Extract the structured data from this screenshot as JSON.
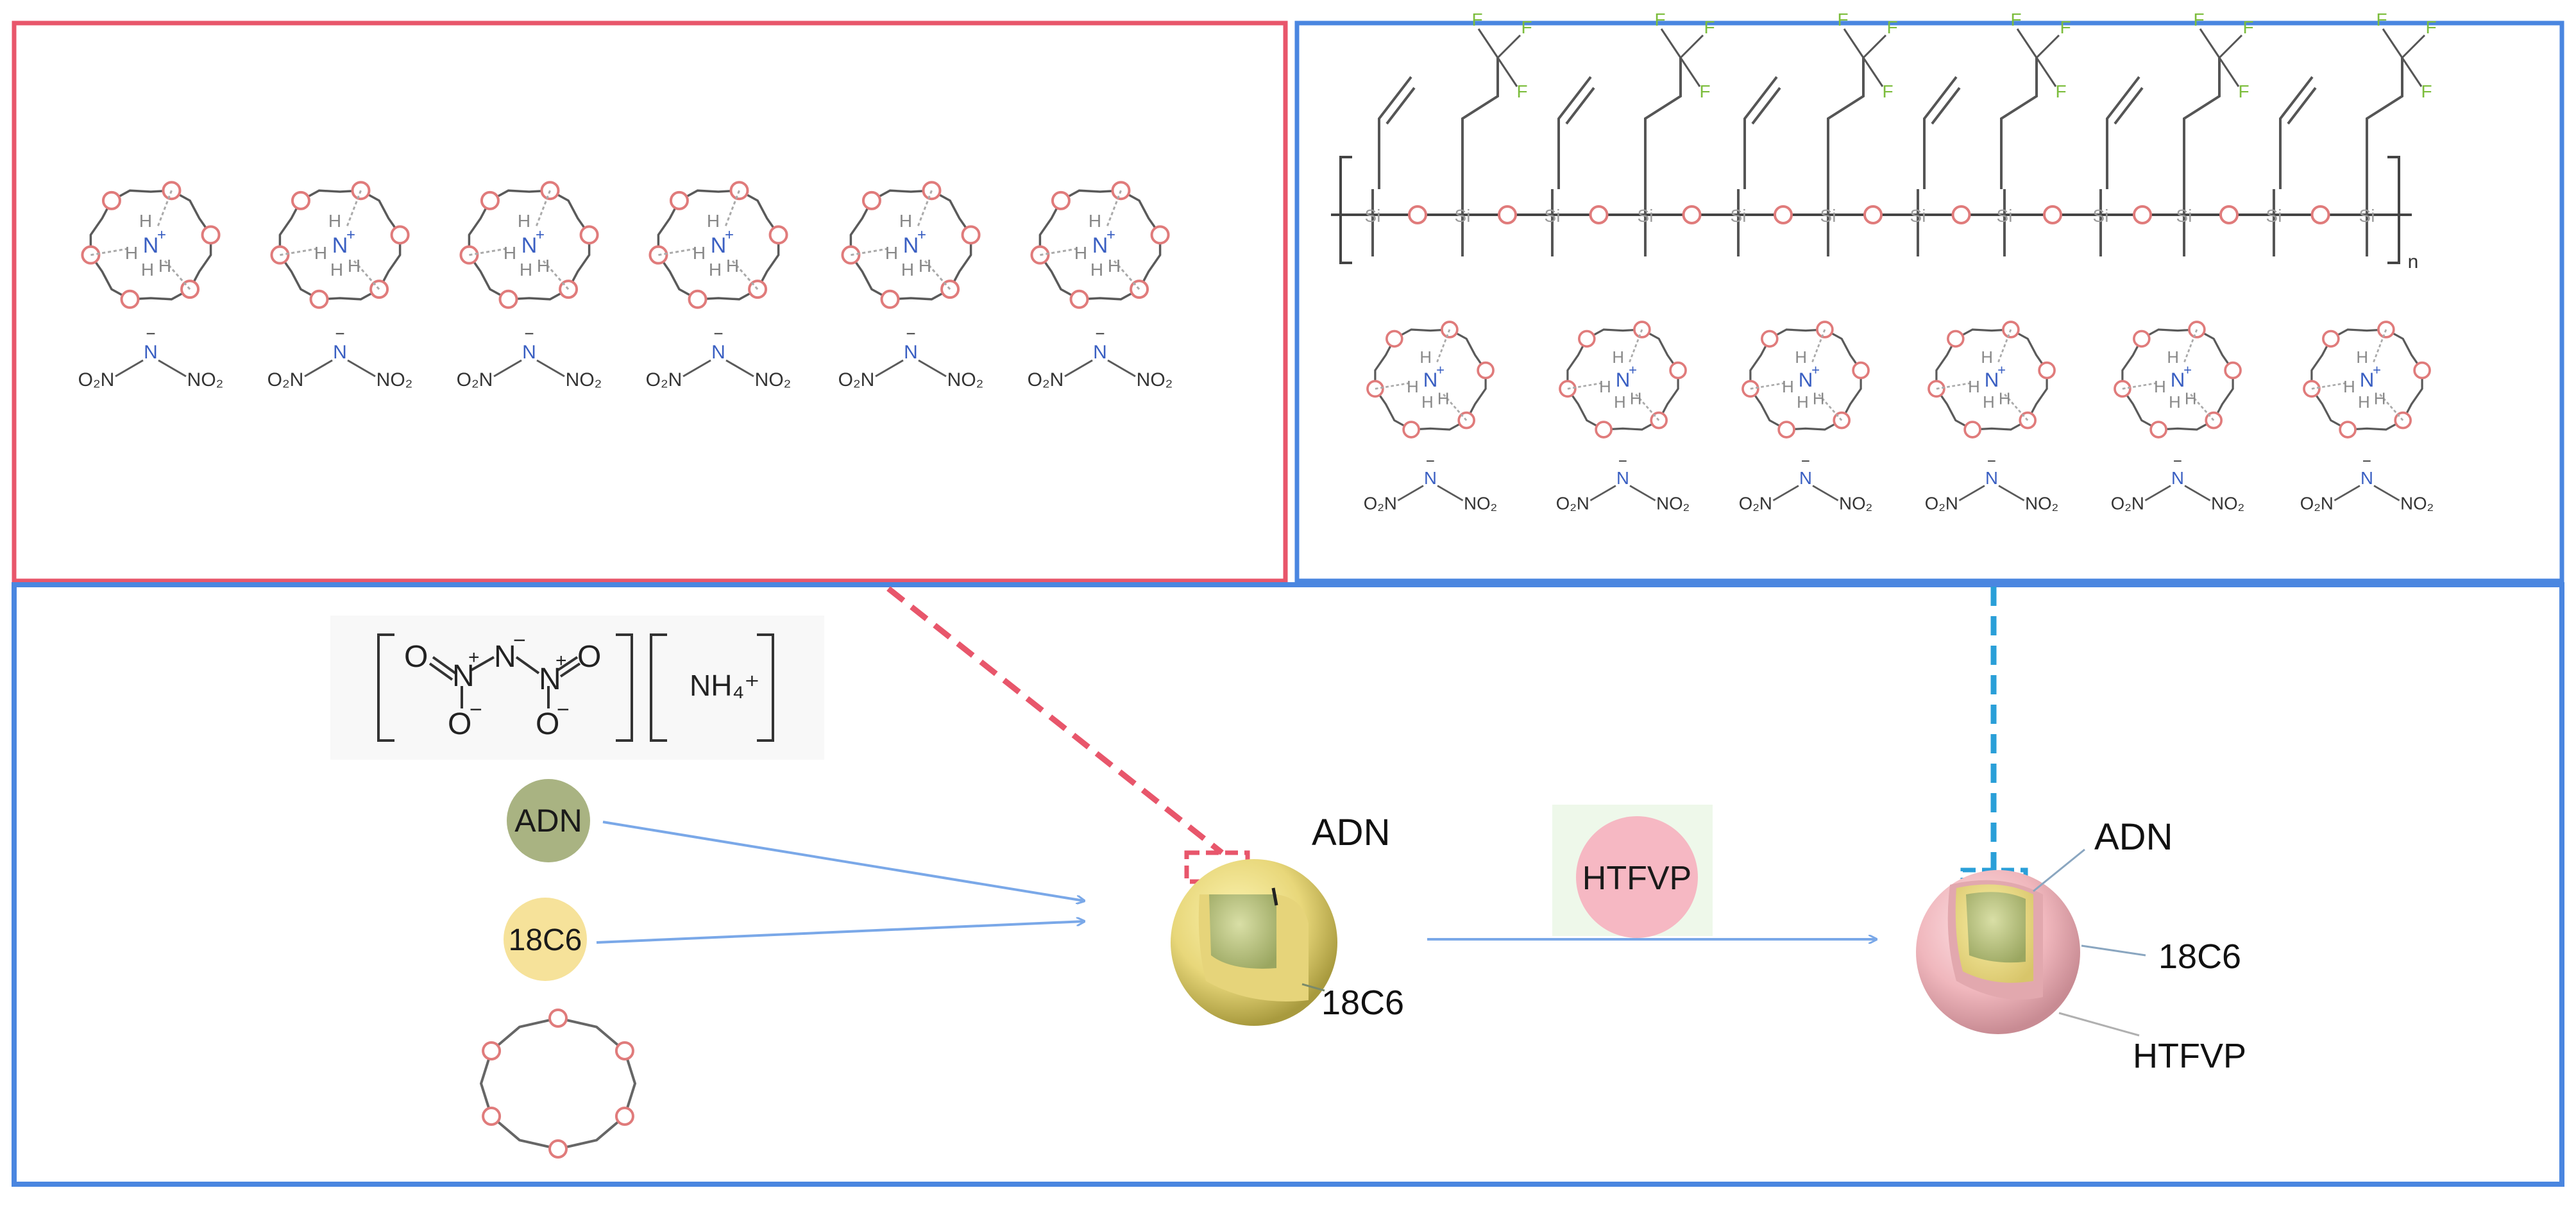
{
  "colors": {
    "red_frame": "#e8566b",
    "blue_frame": "#4a86e0",
    "cyan_dash": "#2a9fd8",
    "arrow": "#7aa8e8",
    "oxygen": "#e07b7b",
    "nitrogen": "#3a5fc2",
    "silicon": "#9c9c9c",
    "fluorine": "#7cbd3c",
    "bond": "#5a5a5a",
    "adn_fill": "#a9b382",
    "c18c6_fill": "#f6e29a",
    "htfvp_fill": "#f6b8c3"
  },
  "top_left_panel": {
    "units": [
      {
        "label": "O2N–N–NO2"
      },
      {
        "label": "O2N–N–NO2"
      },
      {
        "label": "O2N–N–NO2"
      },
      {
        "label": "O2N–N–NO2"
      },
      {
        "label": "O2N–N–NO2"
      },
      {
        "label": "O2N–N–NO2"
      }
    ],
    "ammonium": {
      "n": "N",
      "h": "H",
      "charge": "+"
    },
    "oxygen_atom": "O",
    "anion": {
      "left": "O₂N",
      "center": "N",
      "right": "NO₂",
      "charge": "−"
    }
  },
  "top_right_panel": {
    "polymer": {
      "si_atom": "Si",
      "o_atom": "O",
      "f_atom": "F",
      "repeat_subscript": "n"
    },
    "units_count": 6
  },
  "bottom_panel": {
    "formula": {
      "anion_o": "O",
      "anion_n": "N",
      "minus": "−",
      "plus": "+",
      "cation": "NH₄⁺"
    },
    "adn_circle": "ADN",
    "c18c6_circle": "18C6",
    "htfvp_circle": "HTFVP",
    "sphere1": {
      "label_core": "ADN",
      "label_shell": "18C6"
    },
    "sphere2": {
      "label_core": "ADN",
      "label_shell": "18C6",
      "label_outer": "HTFVP"
    }
  }
}
